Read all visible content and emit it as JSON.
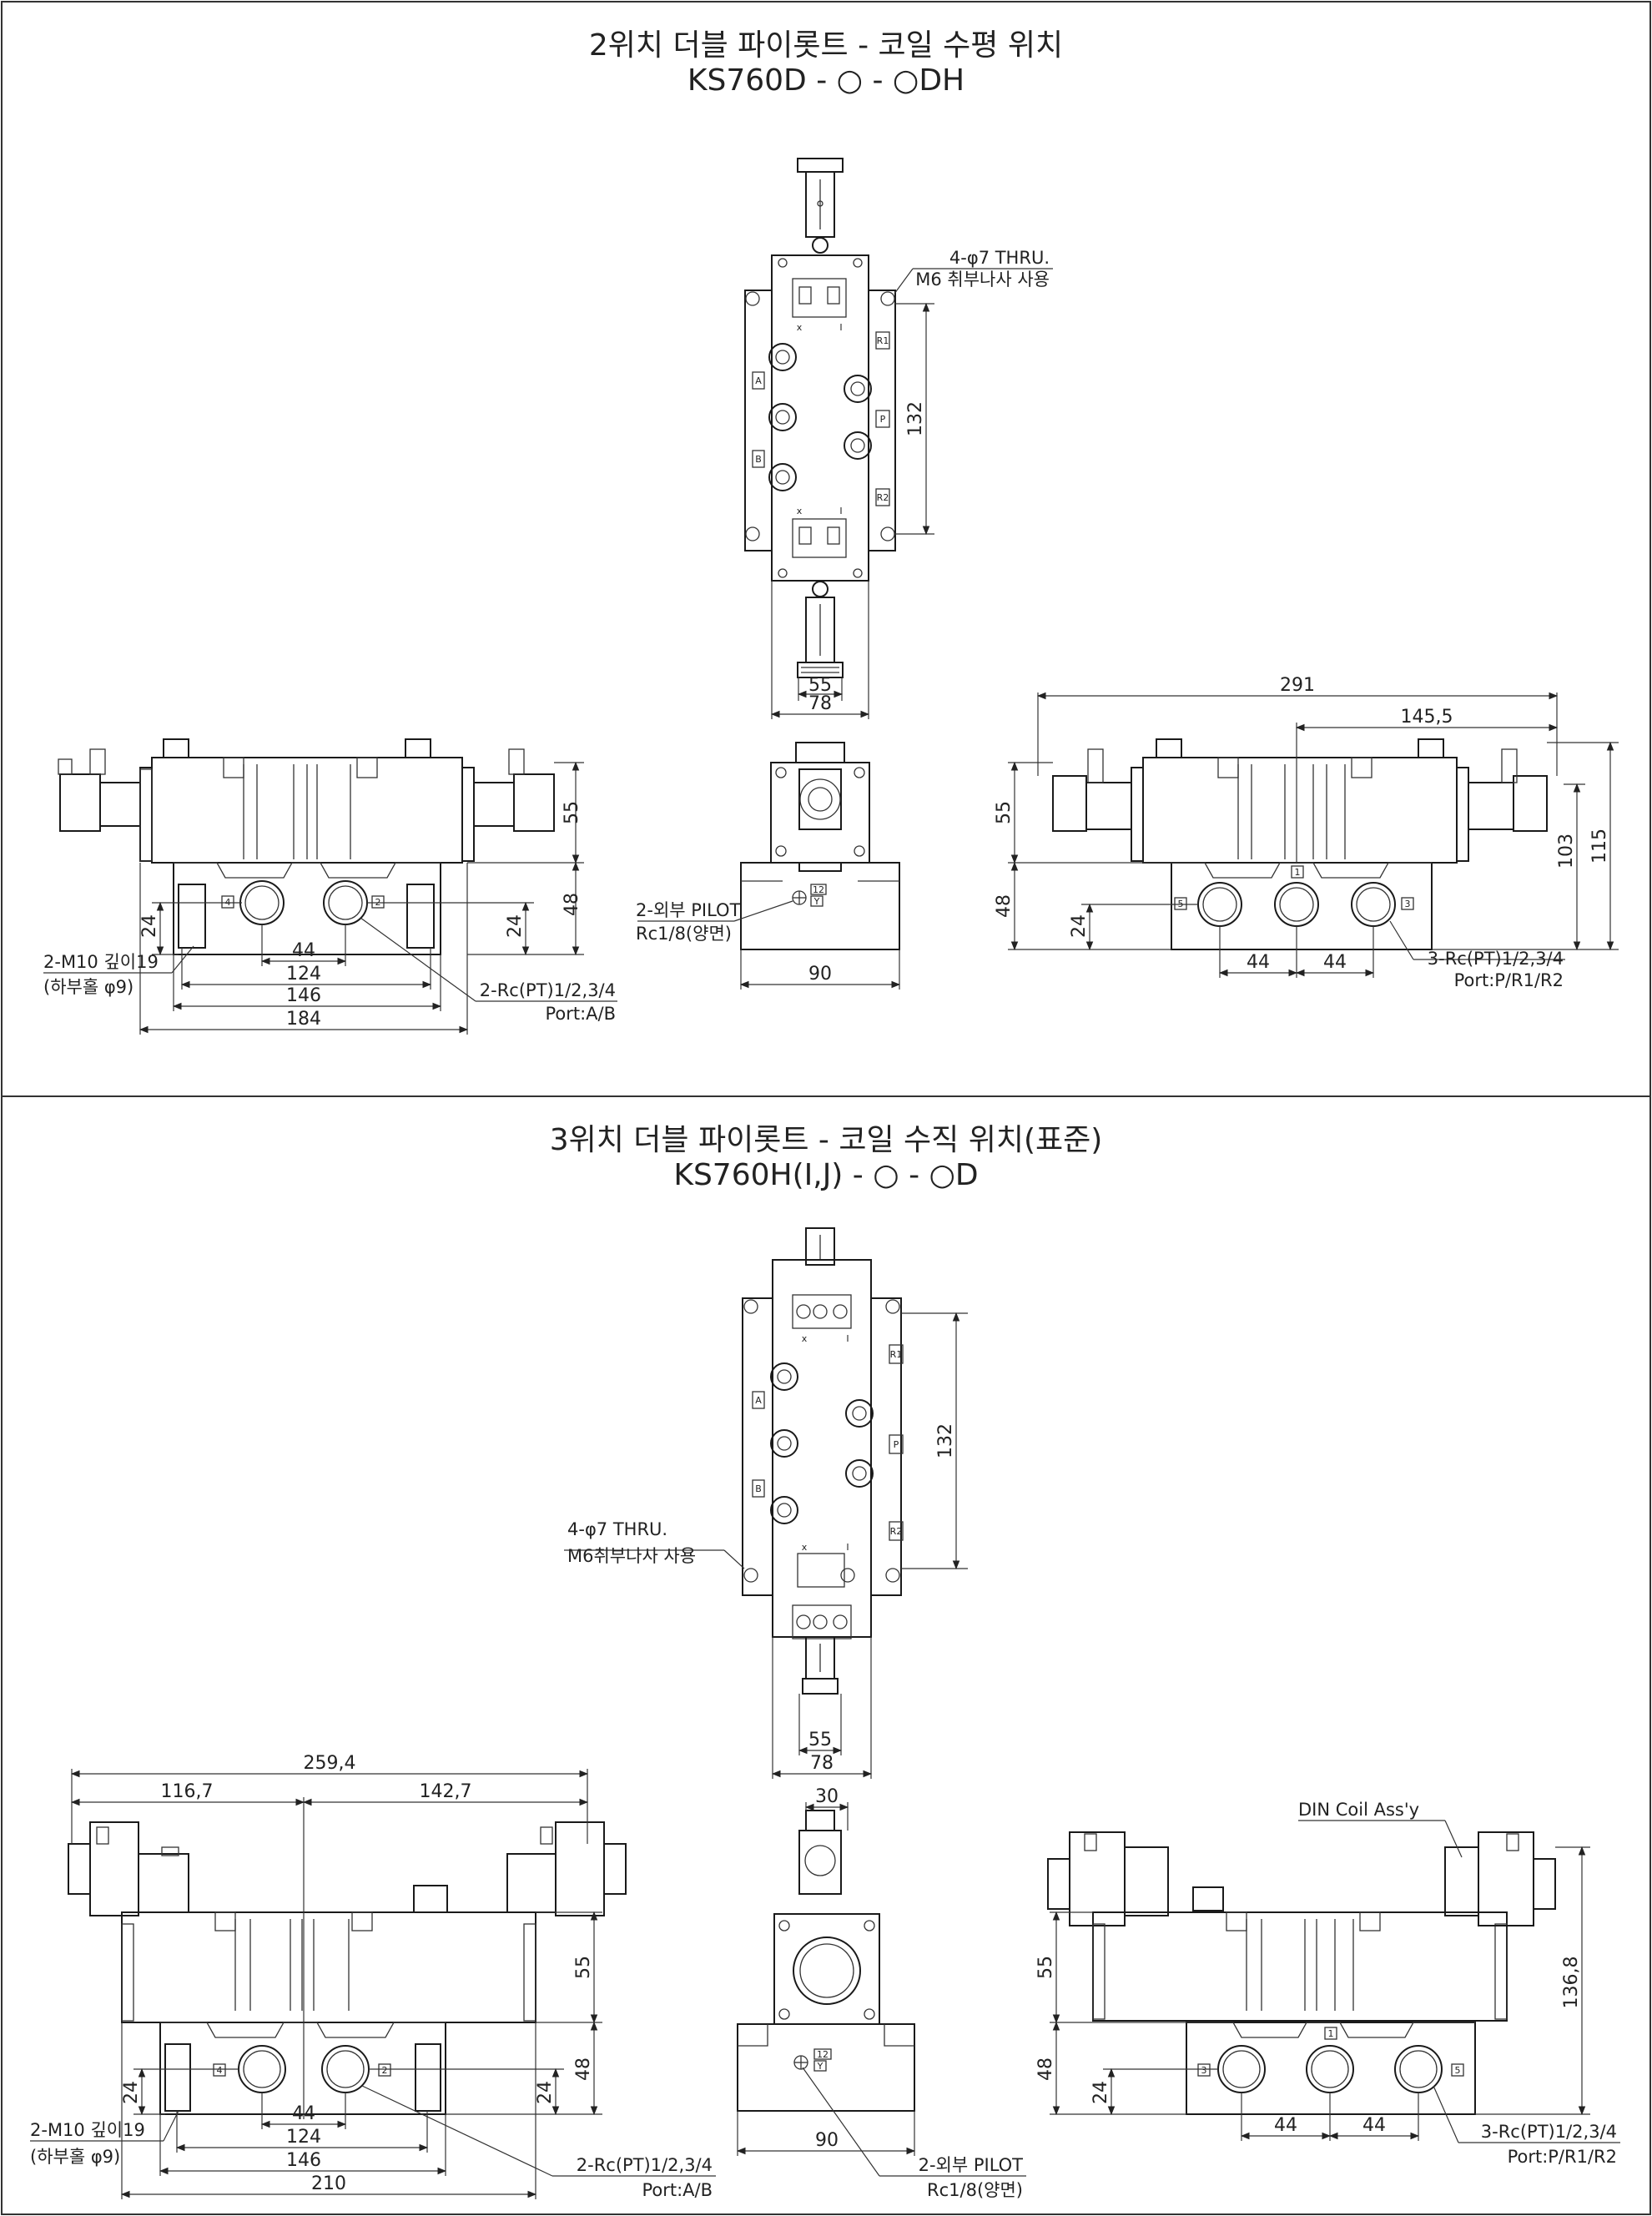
{
  "sections": [
    {
      "title": "2위치 더블 파이롯트 - 코일 수평 위치",
      "model": "KS760D - ○ - ○DH",
      "top_view": {
        "note1": "4-φ7 THRU.",
        "note2": "M6 취부나사 사용",
        "dim_height": "132",
        "dim_w1": "55",
        "dim_w2": "78",
        "ports_left": [
          "A",
          "B"
        ],
        "ports_right": [
          "R1",
          "P",
          "R2"
        ],
        "marks": [
          "x",
          "I",
          "x",
          "I"
        ]
      },
      "front_view": {
        "dim_upper": "55",
        "dim_lower": "48",
        "dim_side": "24",
        "dim_side2": "24",
        "dim_a": "44",
        "dim_b": "124",
        "dim_c": "146",
        "dim_d": "184",
        "port_labels": [
          "4",
          "2"
        ],
        "note_m10_1": "2-M10 깊이19",
        "note_m10_2": "(하부홀 φ9)",
        "note_rc_1": "2-Rc(PT)1/2,3/4",
        "note_rc_2": "Port:A/B"
      },
      "side_view": {
        "dim_w": "90",
        "pilot_1": "2-외부 PILOT",
        "pilot_2": "Rc1/8(양면)",
        "pilot_labels": [
          "12",
          "Y"
        ]
      },
      "rear_view": {
        "dim_total": "291",
        "dim_half": "145,5",
        "dim_55": "55",
        "dim_48": "48",
        "dim_24": "24",
        "dim_103": "103",
        "dim_115": "115",
        "dim_44a": "44",
        "dim_44b": "44",
        "port_labels": [
          "5",
          "1",
          "3"
        ],
        "note_rc_1": "3-Rc(PT)1/2,3/4",
        "note_rc_2": "Port:P/R1/R2"
      }
    },
    {
      "title": "3위치 더블 파이롯트 - 코일 수직 위치(표준)",
      "model": "KS760H(I,J) - ○ - ○D",
      "top_view": {
        "note1": "4-φ7 THRU.",
        "note2": "M6취부나사 사용",
        "dim_height": "132",
        "dim_w1": "55",
        "dim_w2": "78",
        "ports_left": [
          "A",
          "B"
        ],
        "ports_right": [
          "R1",
          "P",
          "R2"
        ],
        "marks": [
          "x",
          "I",
          "x",
          "I"
        ]
      },
      "front_view": {
        "dim_total": "259,4",
        "dim_left": "116,7",
        "dim_right": "142,7",
        "dim_upper": "55",
        "dim_lower": "48",
        "dim_side": "24",
        "dim_side2": "24",
        "dim_a": "44",
        "dim_b": "124",
        "dim_c": "146",
        "dim_d": "210",
        "port_labels": [
          "4",
          "2"
        ],
        "note_m10_1": "2-M10 깊이19",
        "note_m10_2": "(하부홀 φ9)",
        "note_rc_1": "2-Rc(PT)1/2,3/4",
        "note_rc_2": "Port:A/B"
      },
      "side_view": {
        "dim_top": "30",
        "dim_w": "90",
        "pilot_1": "2-외부 PILOT",
        "pilot_2": "Rc1/8(양면)",
        "pilot_labels": [
          "12",
          "Y"
        ]
      },
      "rear_view": {
        "coil_note": "DIN Coil Ass'y",
        "dim_55": "55",
        "dim_48": "48",
        "dim_24": "24",
        "dim_1368": "136,8",
        "dim_44a": "44",
        "dim_44b": "44",
        "port_labels": [
          "3",
          "1",
          "5"
        ],
        "note_rc_1": "3-Rc(PT)1/2,3/4",
        "note_rc_2": "Port:P/R1/R2"
      }
    }
  ]
}
